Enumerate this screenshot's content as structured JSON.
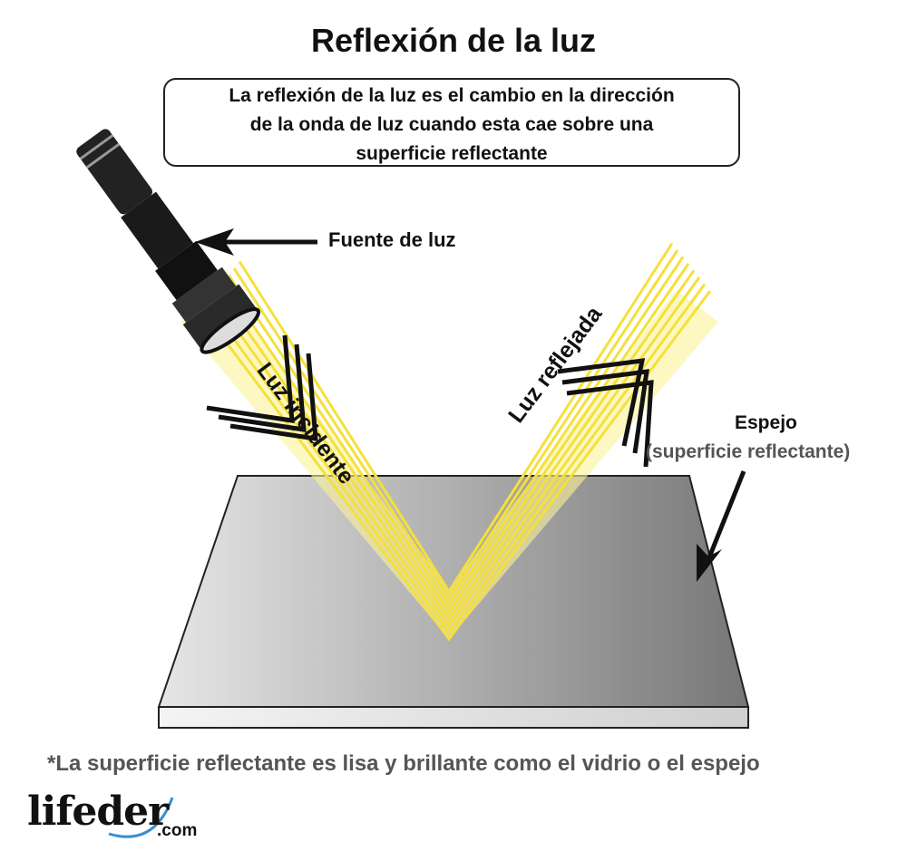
{
  "title": "Reflexión de la luz",
  "definition": [
    "La reflexión de la luz  es el cambio en la dirección",
    "de la onda de luz cuando esta cae sobre una",
    "superficie reflectante"
  ],
  "labels": {
    "source": "Fuente de luz",
    "incident": "Luz incidente",
    "reflected": "Luz reflejada",
    "mirror": "Espejo",
    "mirror_sub": "(superficie reflectante)"
  },
  "note": "*La superficie reflectante es lisa y brillante como el vidrio o el espejo",
  "logo": {
    "main": "lifeder",
    "suffix": ".com"
  },
  "colors": {
    "beam": "#f5e03a",
    "beam_light": "#fbf29a",
    "mirror_light": "#dcdcdc",
    "mirror_dark": "#7a7a7a",
    "logo_swoosh": "#3a8fd0"
  }
}
